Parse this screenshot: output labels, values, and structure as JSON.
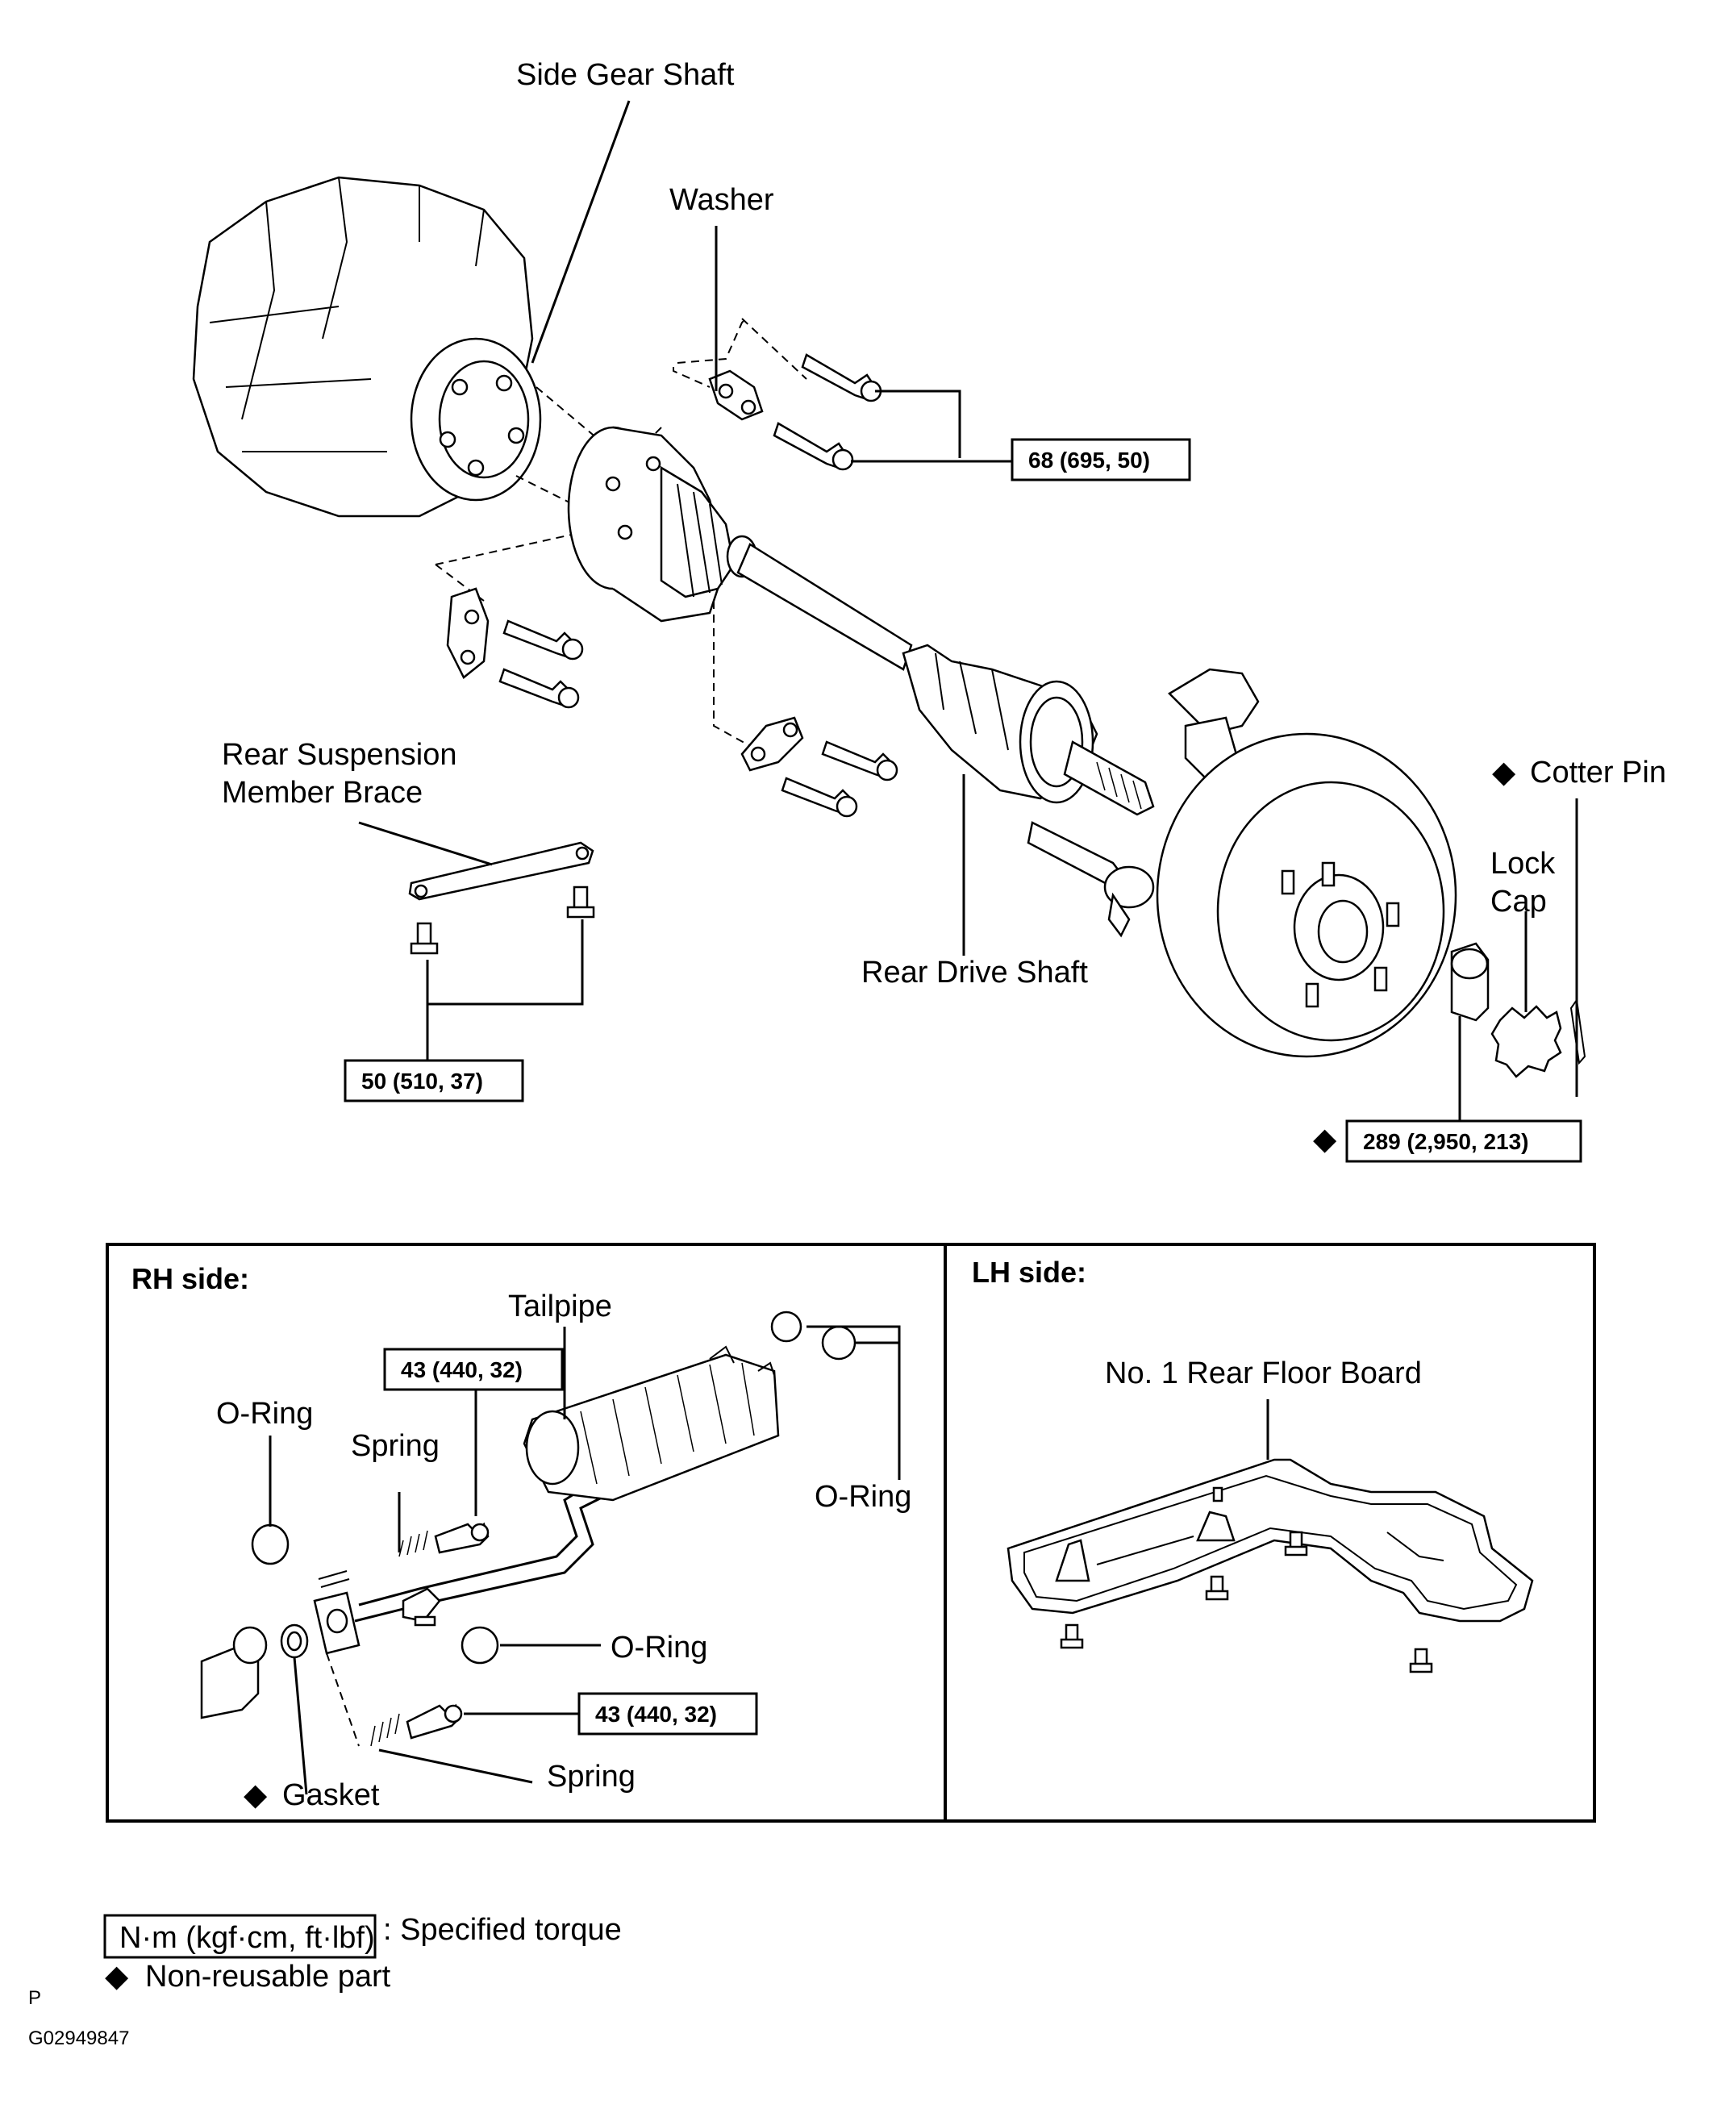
{
  "labels": {
    "side_gear_shaft": "Side Gear Shaft",
    "washer": "Washer",
    "rear_suspension_line1": "Rear Suspension",
    "rear_suspension_line2": "Member Brace",
    "cotter_pin": "Cotter Pin",
    "lock_cap_line1": "Lock",
    "lock_cap_line2": "Cap",
    "rear_drive_shaft": "Rear Drive Shaft"
  },
  "torque": {
    "t68": "68 (695, 50)",
    "t50": "50 (510, 37)",
    "t289": "289 (2,950, 213)",
    "t43a": "43 (440, 32)",
    "t43b": "43 (440, 32)"
  },
  "rh_panel": {
    "title": "RH side:",
    "tailpipe": "Tailpipe",
    "oring_left": "O-Ring",
    "spring_top": "Spring",
    "oring_right": "O-Ring",
    "oring_mid": "O-Ring",
    "spring_bottom": "Spring",
    "gasket": "Gasket"
  },
  "lh_panel": {
    "title": "LH side:",
    "floor_board": "No. 1 Rear Floor Board"
  },
  "legend": {
    "torque_unit": "N·m (kgf·cm, ft·lbf)",
    "torque_desc": ": Specified torque",
    "nonreusable": "Non-reusable part"
  },
  "symbols": {
    "nonreusable_mark": "◆"
  },
  "footer": {
    "code_p": "P",
    "figure_id": "G02949847"
  }
}
